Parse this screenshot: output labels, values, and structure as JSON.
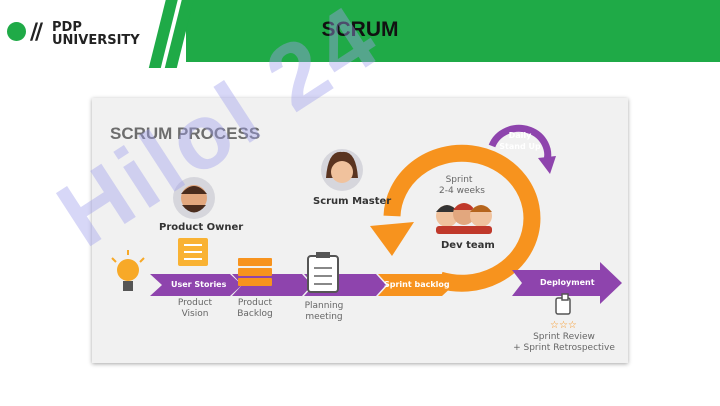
{
  "header": {
    "logo_line1": "PDP",
    "logo_line2": "UNIVERSITY",
    "title": "SCRUM"
  },
  "slide": {
    "title": "SCRUM PROCESS",
    "roles": {
      "product_owner": "Product Owner",
      "scrum_master": "Scrum Master",
      "dev_team": "Dev team"
    },
    "loop": {
      "daily_standup_line1": "Daily",
      "daily_standup_line2": "Stand Up",
      "sprint_line1": "Sprint",
      "sprint_line2": "2-4 weeks"
    },
    "flow": {
      "user_stories": "User Stories",
      "sprint_backlog": "Sprint backlog",
      "deployment": "Deployment"
    },
    "captions": {
      "product_vision_line1": "Product",
      "product_vision_line2": "Vision",
      "product_backlog_line1": "Product",
      "product_backlog_line2": "Backlog",
      "planning_line1": "Planning",
      "planning_line2": "meeting",
      "review_line1": "Sprint Review",
      "review_line2": "+ Sprint Retrospective"
    },
    "colors": {
      "purple": "#8e44ad",
      "orange": "#f7931e",
      "green": "#1faa47"
    }
  },
  "watermark": "Hilol 24"
}
